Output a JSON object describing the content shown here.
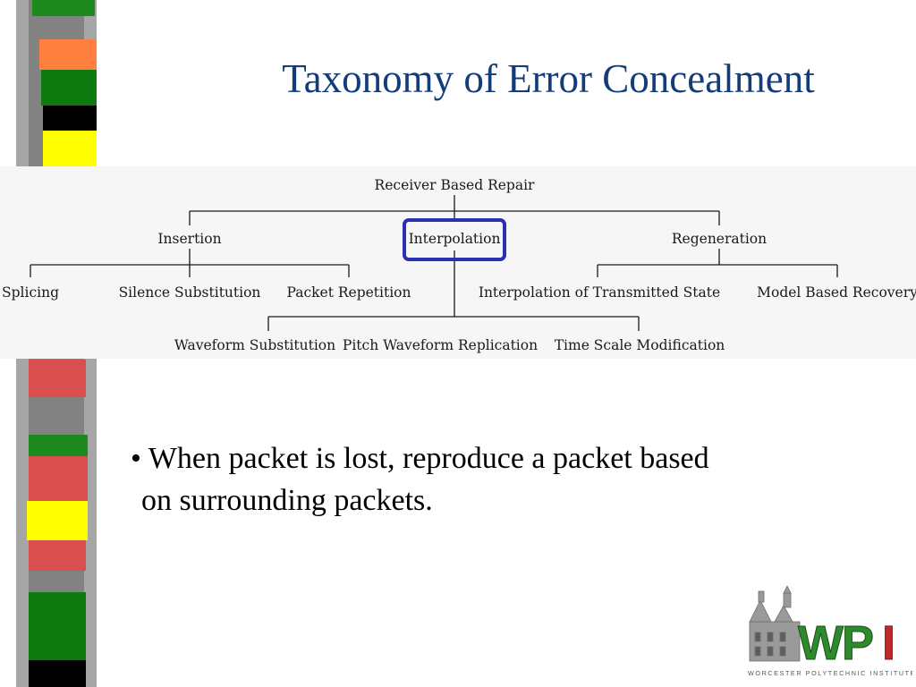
{
  "slide": {
    "title": "Taxonomy of Error Concealment",
    "bullet": {
      "marker": "•",
      "line1": "When packet is lost, reproduce a packet based",
      "line2": "on surrounding packets."
    }
  },
  "diagram": {
    "root": "Receiver Based Repair",
    "level1": [
      "Insertion",
      "Interpolation",
      "Regeneration"
    ],
    "insertion_children": [
      "Splicing",
      "Silence Substitution",
      "Packet Repetition"
    ],
    "interpolation_children": [
      "Waveform Substitution",
      "Pitch Waveform Replication",
      "Time Scale Modification"
    ],
    "regeneration_children": [
      "Interpolation of Transmitted State",
      "Model Based Recovery"
    ],
    "highlighted_node": "Interpolation",
    "highlight_color": "#2b2fb2"
  },
  "logo": {
    "mark": "WPI",
    "tagline": "WORCESTER POLYTECHNIC INSTITUTE",
    "colors": {
      "green": "#2f8a2e",
      "red": "#c0282b"
    }
  },
  "colors": {
    "title": "#123d7a",
    "strip": [
      "#1c8a1c",
      "#ff7f3f",
      "#0f7a0f",
      "#000000",
      "#ffff00",
      "#d94f4f",
      "#1c8a1c",
      "#ffff00",
      "#0f7a0f"
    ]
  }
}
